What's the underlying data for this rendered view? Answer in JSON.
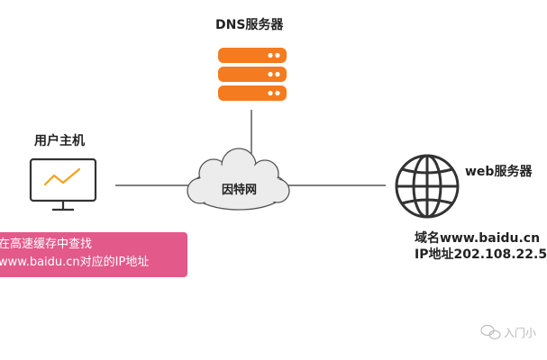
{
  "dns": {
    "label": "DNS服务器",
    "icon": "server-icon",
    "color": "#f47b20"
  },
  "host": {
    "label": "用户主机",
    "icon": "monitor-chart-icon"
  },
  "internet": {
    "label": "因特网",
    "icon": "cloud-icon"
  },
  "web": {
    "label": "web服务器",
    "icon": "globe-icon",
    "domain_line": "域名www.baidu.cn",
    "ip_line": "IP地址202.108.22.5"
  },
  "callout": {
    "line1": "在高速缓存中查找",
    "line2": "www.baidu.cn对应的IP地址",
    "color": "#e35a8a"
  },
  "watermark": {
    "text": "入门小",
    "icon": "wechat-icon"
  }
}
